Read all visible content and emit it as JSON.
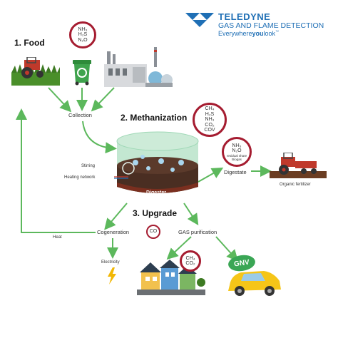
{
  "brand": {
    "name": "TELEDYNE",
    "line1": "GAS AND FLAME DETECTION",
    "tagline_pre": "Everywhere",
    "tagline_bold": "you",
    "tagline_post": "look"
  },
  "steps": {
    "food": "1. Food",
    "methanization": "2. Methanization",
    "upgrade": "3. Upgrade"
  },
  "labels": {
    "collection": "Collection",
    "stirring": "Stirring",
    "heating_network": "Heating network",
    "digester": "Digester",
    "digestate": "Digestate",
    "organic_fertilizer": "Organic fertilizer",
    "cogeneration": "Cogeneration",
    "gas_purification": "GAS purification",
    "heat": "Heat",
    "electricity": "Electricity",
    "gnv": "GNV"
  },
  "gas_circles": {
    "food": [
      "NH₃",
      "H₂S",
      "N₂O"
    ],
    "methanization": [
      "CH₄",
      "H₂S",
      "NH₃",
      "CO₂",
      "COV"
    ],
    "digestate": [
      "NH₃",
      "N₂O",
      "residual share",
      "Biogas"
    ],
    "upgrade_co": [
      "CO"
    ],
    "town": [
      "CH₄",
      "CO₂"
    ]
  },
  "colors": {
    "arrow_green": "#5cb85c",
    "circle_red": "#a51c30",
    "brand_blue": "#1f6fb5",
    "tank_green": "#9fd8b6"
  }
}
